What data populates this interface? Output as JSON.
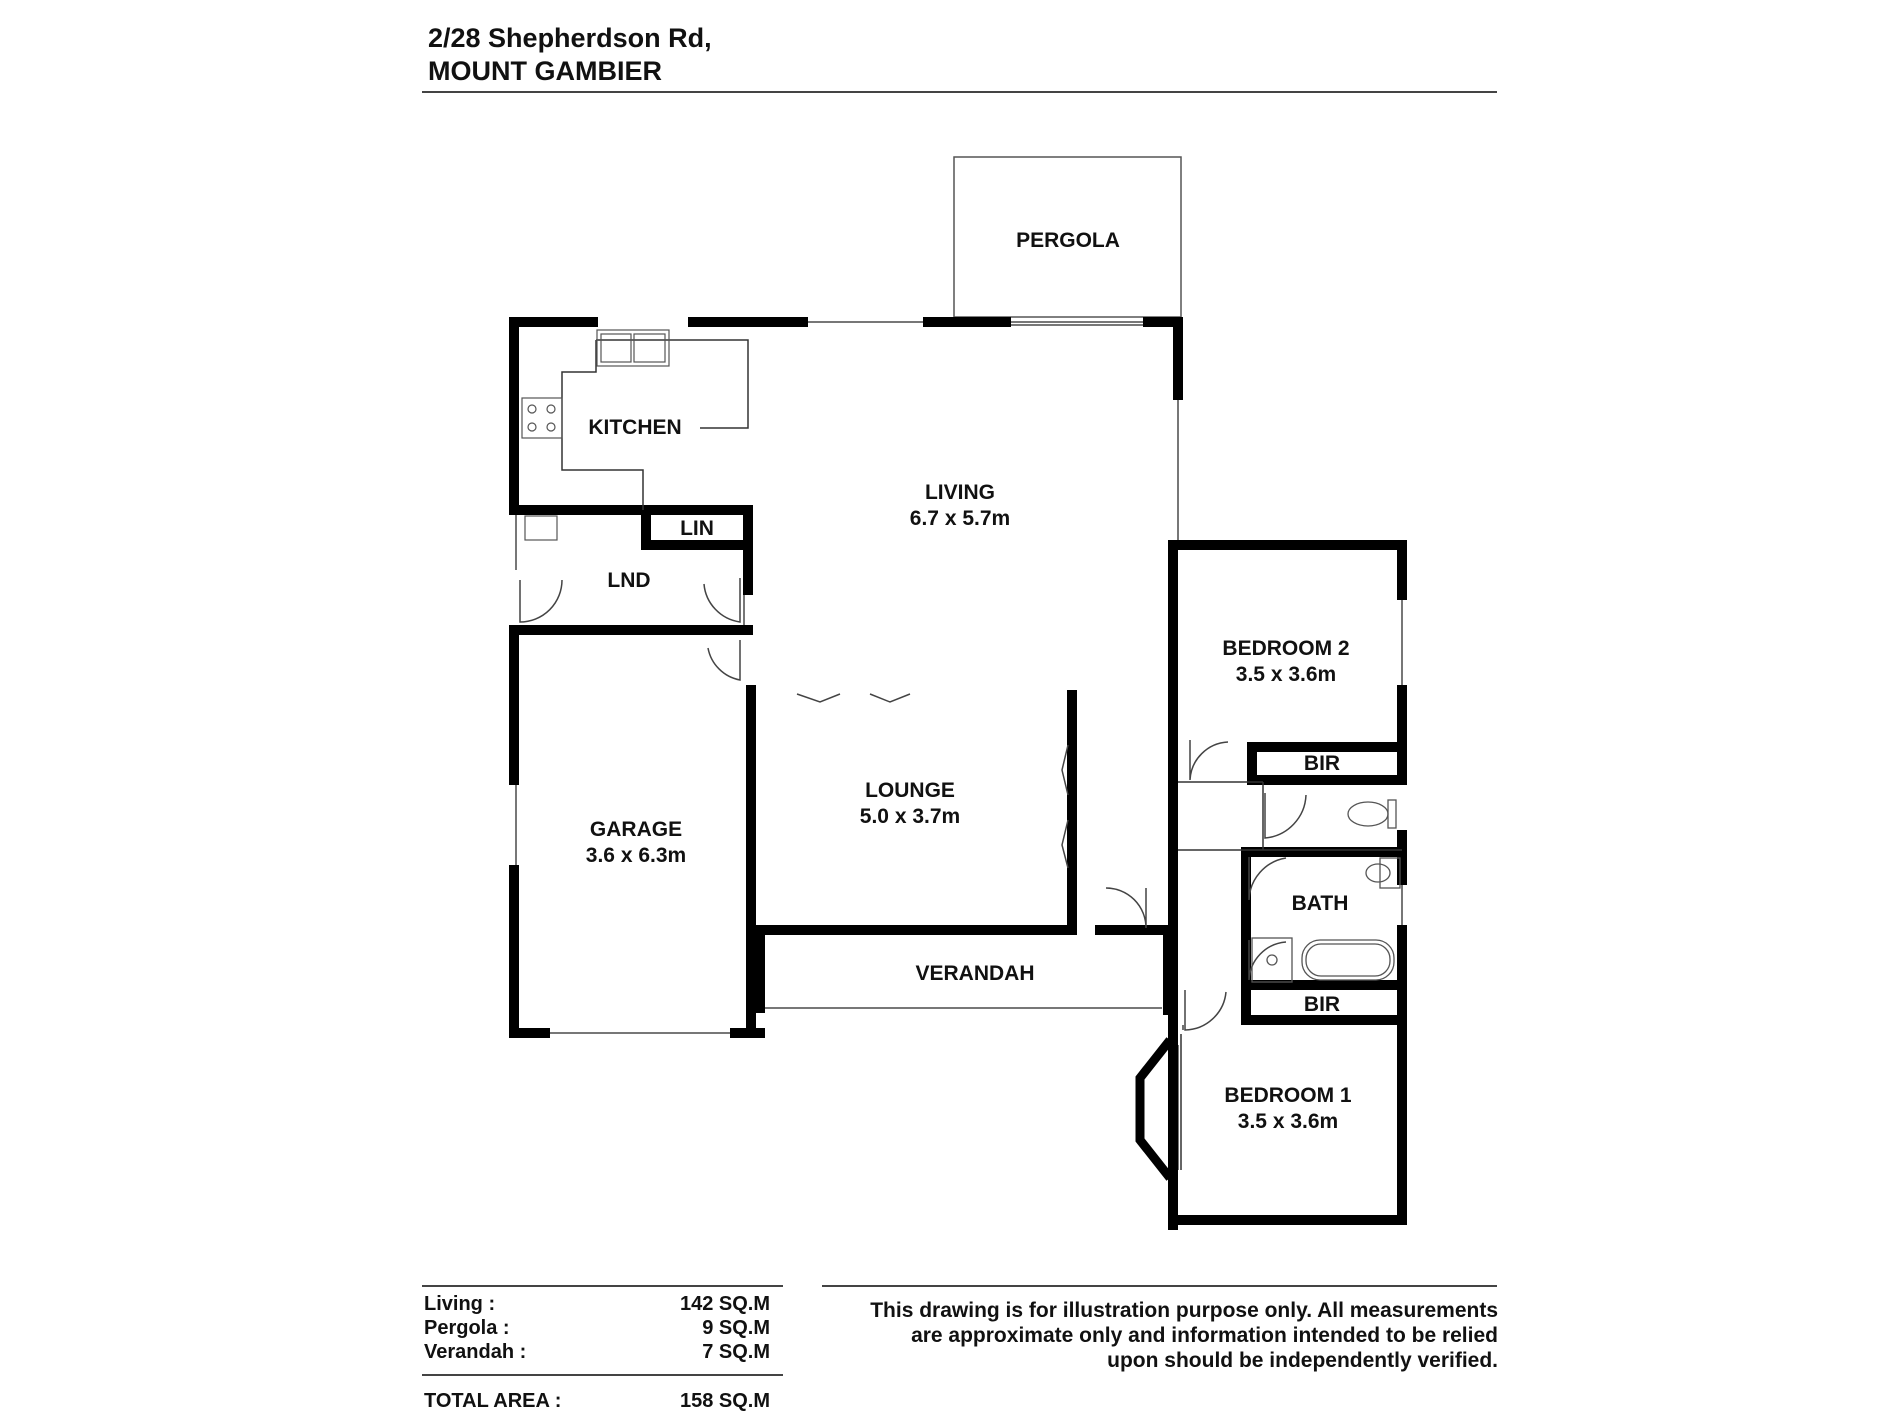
{
  "header": {
    "address_line1": "2/28 Shepherdson Rd,",
    "address_line2": "MOUNT GAMBIER"
  },
  "rooms": {
    "pergola": {
      "name": "PERGOLA"
    },
    "kitchen": {
      "name": "KITCHEN"
    },
    "living": {
      "name": "LIVING",
      "size": "6.7 x 5.7m"
    },
    "lin": {
      "name": "LIN"
    },
    "lnd": {
      "name": "LND"
    },
    "bedroom2": {
      "name": "BEDROOM 2",
      "size": "3.5 x 3.6m"
    },
    "bir_upper": {
      "name": "BIR"
    },
    "lounge": {
      "name": "LOUNGE",
      "size": "5.0 x 3.7m"
    },
    "garage": {
      "name": "GARAGE",
      "size": "3.6 x 6.3m"
    },
    "bath": {
      "name": "BATH"
    },
    "verandah": {
      "name": "VERANDAH"
    },
    "bir_lower": {
      "name": "BIR"
    },
    "bedroom1": {
      "name": "BEDROOM 1",
      "size": "3.5 x 3.6m"
    }
  },
  "areas": {
    "rows": [
      {
        "label": "Living :",
        "value": "142 SQ.M"
      },
      {
        "label": "Pergola  :",
        "value": "9 SQ.M"
      },
      {
        "label": "Verandah :",
        "value": "7 SQ.M"
      }
    ],
    "total": {
      "label": "TOTAL AREA :",
      "value": "158 SQ.M"
    }
  },
  "disclaimer": {
    "line1": "This drawing is for illustration purpose only. All measurements",
    "line2": "are approximate only and information intended to be relied",
    "line3": "upon should be independently verified."
  }
}
